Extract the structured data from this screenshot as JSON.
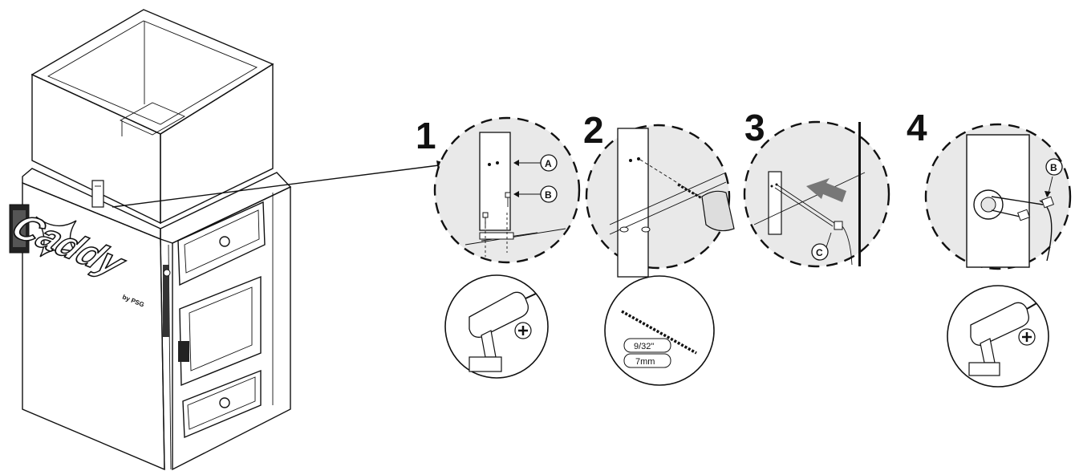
{
  "steps": [
    {
      "number": "1"
    },
    {
      "number": "2"
    },
    {
      "number": "3"
    },
    {
      "number": "4"
    }
  ],
  "callouts": {
    "a": "A",
    "b": "B",
    "c": "C",
    "b_step4": "B"
  },
  "drill_bit": {
    "size_imperial": "9/32\"",
    "size_metric": "7mm"
  },
  "furnace": {
    "brand": "Caddy",
    "brand_sub": "by PSG"
  },
  "icons": [
    "drill-icon",
    "phillips-screwdriver-icon",
    "drill-bit-icon",
    "arrow-icon"
  ]
}
